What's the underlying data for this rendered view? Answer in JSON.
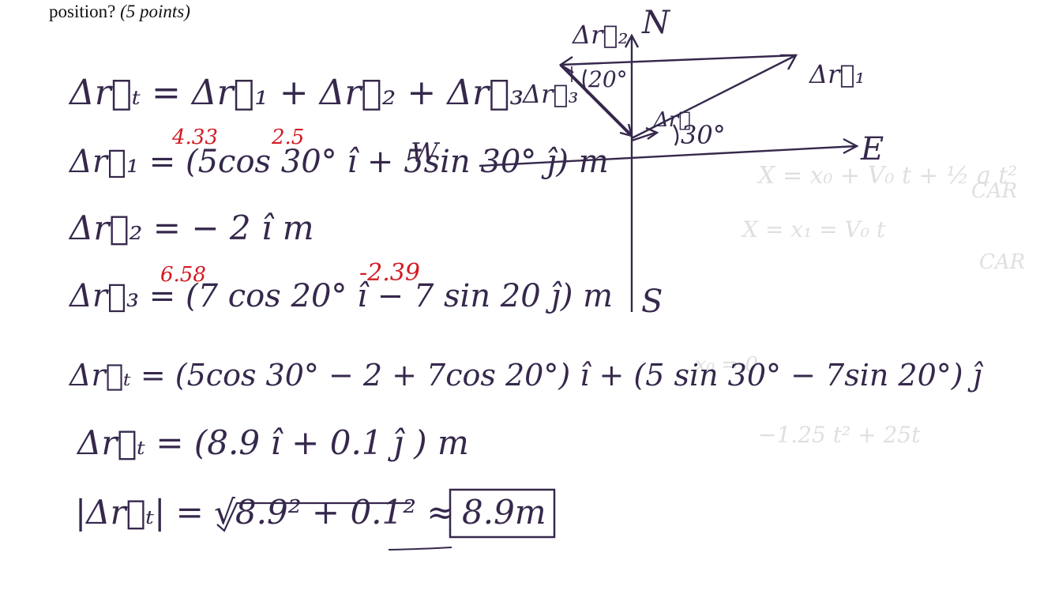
{
  "header": {
    "text": "position? ",
    "points": "(5 points)"
  },
  "equations": [
    "Δr⃗ₜ = Δr⃗₁ + Δr⃗₂ + Δr⃗₃",
    "Δr⃗₁ = (5cos 30° î + 5sin 30° ĵ) m",
    "Δr⃗₂ = − 2 î  m",
    "Δr⃗₃ = (7 cos 20° î − 7 sin 20 ĵ) m",
    "Δr⃗ₜ = (5cos 30° − 2 + 7cos 20°) î + (5 sin 30° − 7sin 20°) ĵ",
    "Δr⃗ₜ = (8.9 î + 0.1 ĵ ) m",
    "|Δr⃗ₜ| = √8.9² + 0.1²  ≈",
    "8.9m"
  ],
  "red_notes": [
    "4.33",
    "2.5",
    "6.58",
    "-2.39"
  ],
  "w_label": "W",
  "diagram": {
    "north": "N",
    "south": "S",
    "east": "E",
    "vector_labels": [
      "Δr⃗₂",
      "Δr⃗₁",
      "Δr⃗₃",
      "Δr⃗"
    ],
    "angles": [
      "20°",
      "30°"
    ]
  },
  "colors": {
    "ink": "#36284c",
    "red_ink": "#d41a23",
    "background": "#ffffff"
  }
}
